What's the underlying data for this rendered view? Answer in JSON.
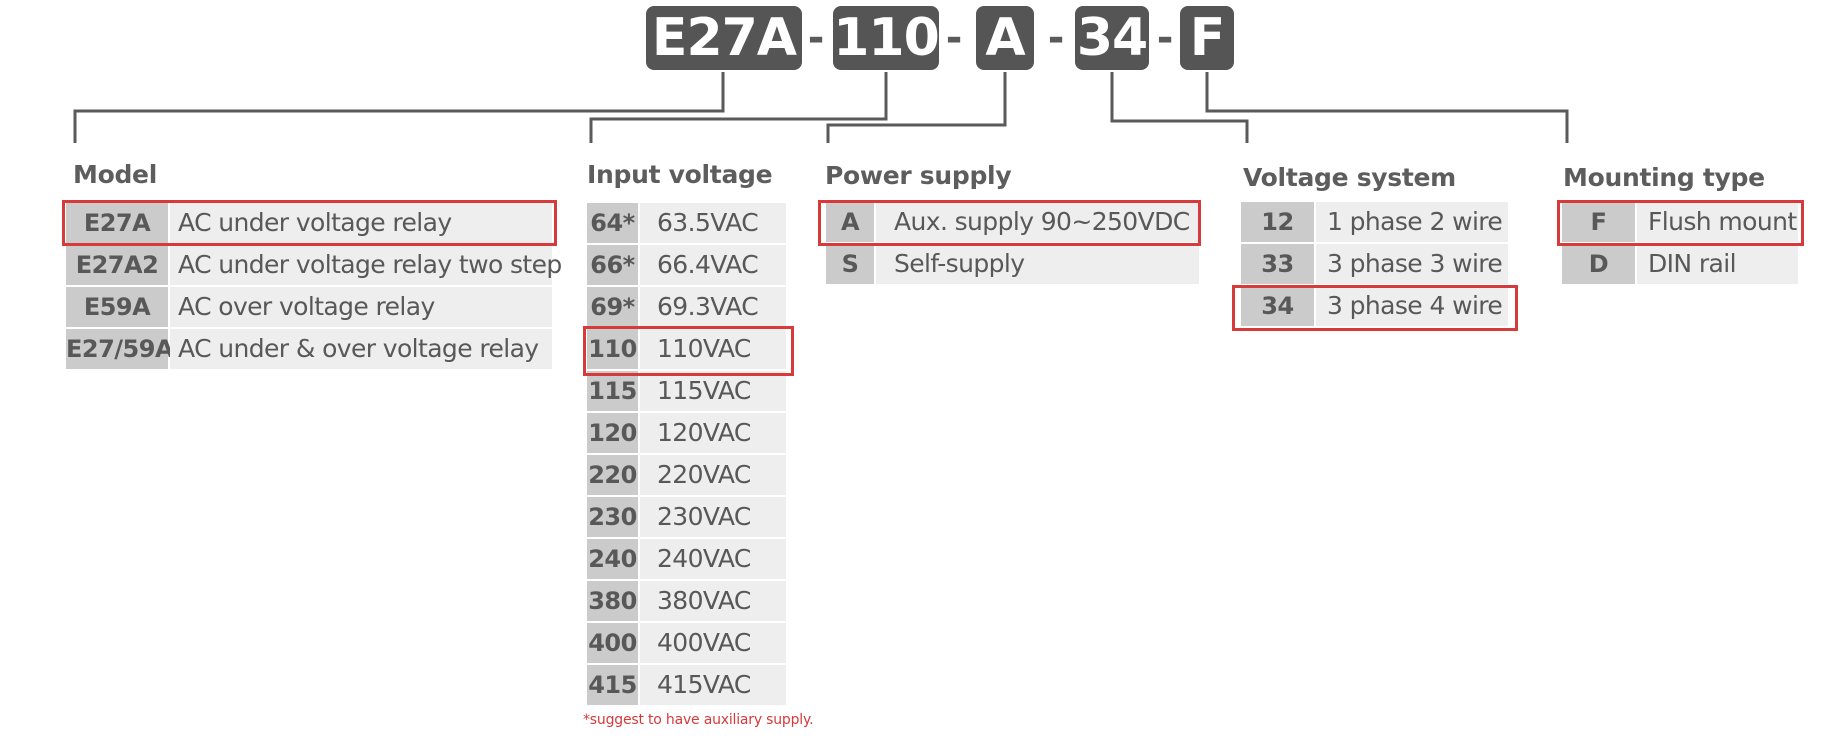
{
  "code": {
    "segments": [
      "E27A",
      "110",
      "A",
      "34",
      "F"
    ],
    "separator": "-"
  },
  "sections": {
    "model": {
      "title": "Model",
      "rows": [
        {
          "code": "E27A",
          "desc": "AC under voltage relay",
          "selected": true
        },
        {
          "code": "E27A2",
          "desc": "AC under voltage relay two step"
        },
        {
          "code": "E59A",
          "desc": "AC over voltage relay"
        },
        {
          "code": "E27/59A",
          "desc": "AC under & over voltage relay"
        }
      ]
    },
    "input_voltage": {
      "title": "Input voltage",
      "rows": [
        {
          "code": "64*",
          "desc": "63.5VAC"
        },
        {
          "code": "66*",
          "desc": "66.4VAC"
        },
        {
          "code": "69*",
          "desc": "69.3VAC"
        },
        {
          "code": "110",
          "desc": "110VAC",
          "selected": true
        },
        {
          "code": "115",
          "desc": "115VAC"
        },
        {
          "code": "120",
          "desc": "120VAC"
        },
        {
          "code": "220",
          "desc": "220VAC"
        },
        {
          "code": "230",
          "desc": "230VAC"
        },
        {
          "code": "240",
          "desc": "240VAC"
        },
        {
          "code": "380",
          "desc": "380VAC"
        },
        {
          "code": "400",
          "desc": "400VAC"
        },
        {
          "code": "415",
          "desc": "415VAC"
        }
      ],
      "footnote": "*suggest to have auxiliary supply."
    },
    "power_supply": {
      "title": "Power supply",
      "rows": [
        {
          "code": "A",
          "desc": "Aux. supply 90~250VDC",
          "selected": true
        },
        {
          "code": "S",
          "desc": "Self-supply"
        }
      ]
    },
    "voltage_system": {
      "title": "Voltage system",
      "rows": [
        {
          "code": "12",
          "desc": "1 phase 2 wire"
        },
        {
          "code": "33",
          "desc": "3 phase 3 wire"
        },
        {
          "code": "34",
          "desc": "3 phase 4 wire",
          "selected": true
        }
      ]
    },
    "mounting_type": {
      "title": "Mounting type",
      "rows": [
        {
          "code": "F",
          "desc": "Flush mount",
          "selected": true
        },
        {
          "code": "D",
          "desc": "DIN rail"
        }
      ]
    }
  },
  "colors": {
    "code_block": "#555555",
    "code_cell": "#cbcbcb",
    "desc_cell": "#eeeeee",
    "highlight": "#d63a3a",
    "connector": "#5a5a5a"
  }
}
